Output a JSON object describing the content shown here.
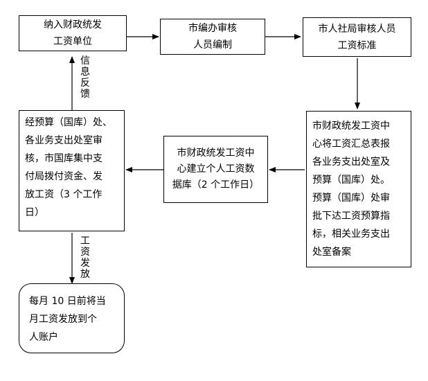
{
  "nodes": {
    "payroll_unit": "纳入财政统发\n工资单位",
    "city_staffing": "市编办审核\n人员编制",
    "city_hr": "市人社局审核人员\n工资标准",
    "finance_summary": "市财政统发工资中\n心将工资汇总表报\n各业务支出处室及\n预算（国库）处。\n预算（国库）处审\n批下达工资预算指\n标，相关业务支出\n处室备案",
    "database": "市财政统发工资中\n心建立个人工资数\n据库（2 个工作日）",
    "budget_dept": "经预算（国库）处、\n各业务支出处室审\n核，市国库集中支\n付局拨付资金、发\n放工资（3 个工作\n日）",
    "monthly_pay": "每月 10 日前将当\n月工资发放到个\n人账户"
  },
  "edge_labels": {
    "feedback": "信息反馈",
    "salary_payment": "工资发放"
  }
}
